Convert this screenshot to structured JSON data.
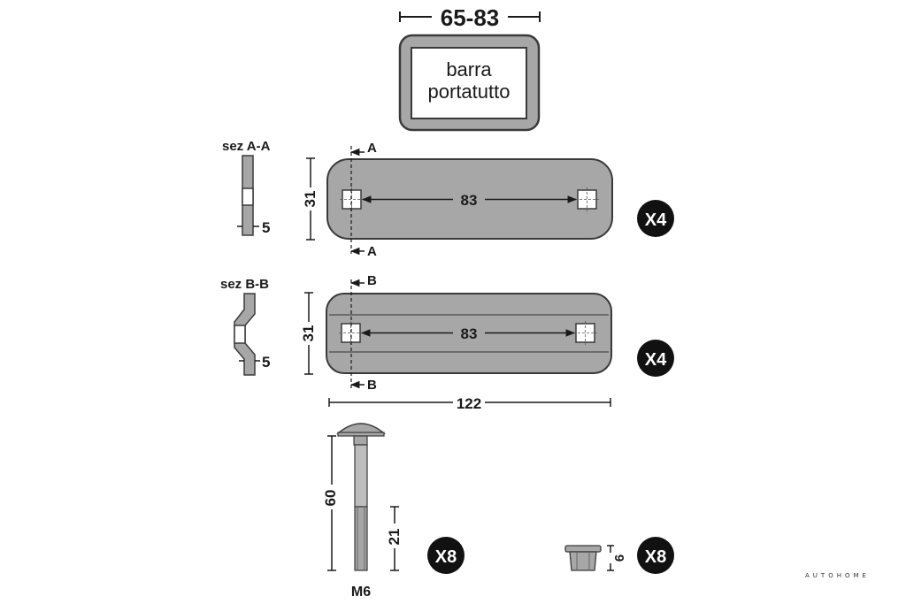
{
  "bar_width_range": "65-83",
  "bar_label": [
    "barra",
    "portatutto"
  ],
  "plate_a": {
    "section_label": "sez A-A",
    "section_letter": "A",
    "height": "31",
    "hole_spacing": "83",
    "thickness": "5",
    "quantity": "X4"
  },
  "plate_b": {
    "section_label": "sez B-B",
    "section_letter": "B",
    "height": "31",
    "hole_spacing": "83",
    "thickness": "5",
    "quantity": "X4"
  },
  "plate_length": "122",
  "bolt": {
    "length": "60",
    "thread_length": "21",
    "size": "M6",
    "quantity": "X8"
  },
  "nut": {
    "height": "9",
    "quantity": "X8"
  },
  "brand": "AUTOHOME",
  "colors": {
    "part_fill": "#a7a7a7",
    "outline": "#3a3a3a",
    "badge": "#111111"
  }
}
